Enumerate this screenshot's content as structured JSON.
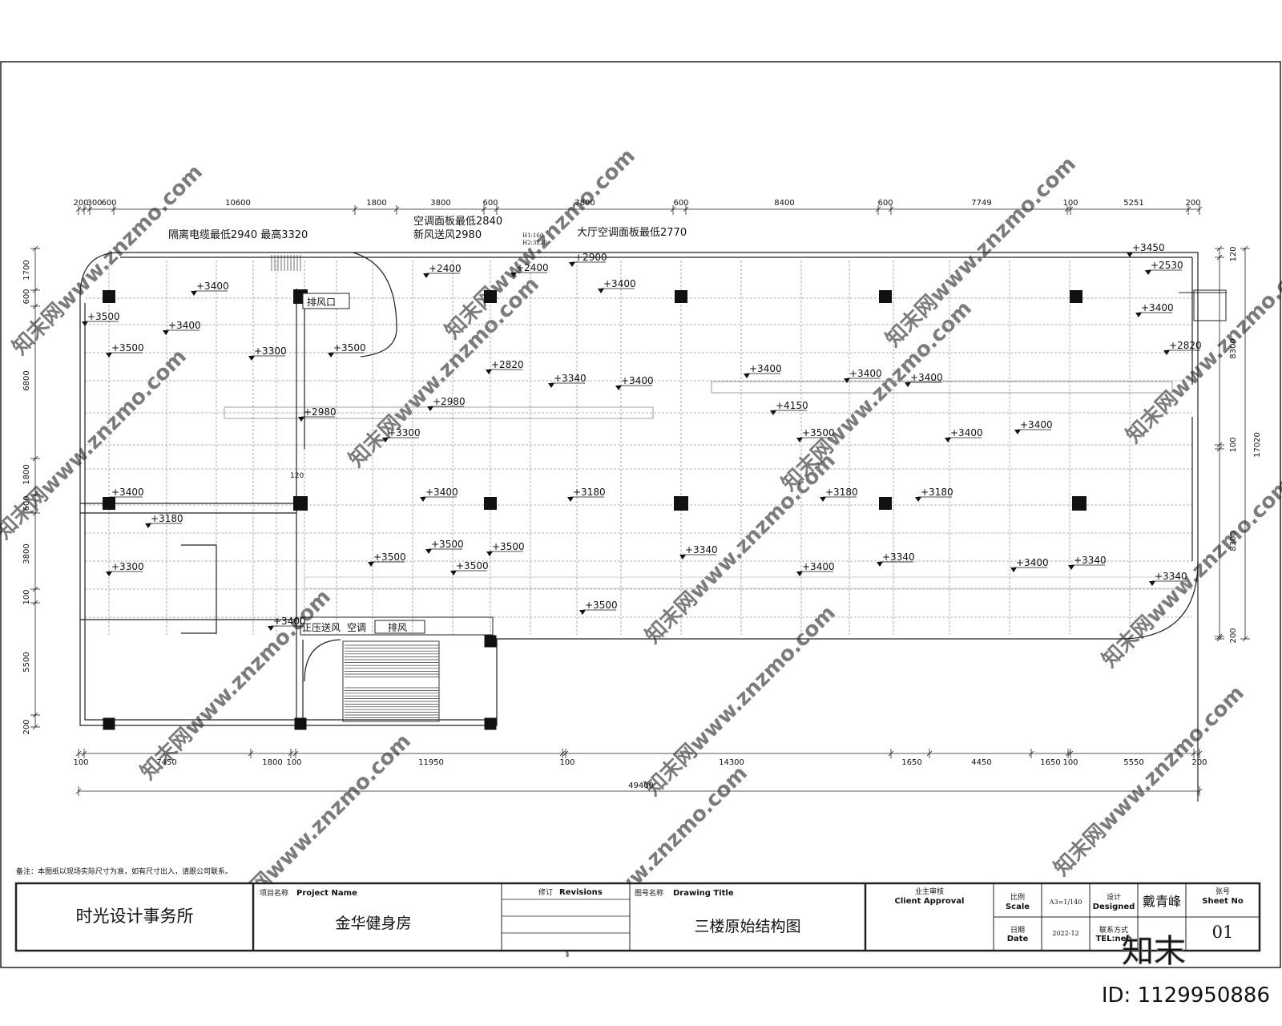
{
  "drawing": {
    "dims_top": [
      "200",
      "300",
      "600",
      "10600",
      "1800",
      "3800",
      "600",
      "7800",
      "600",
      "8400",
      "600",
      "7749",
      "100",
      "5251",
      "200"
    ],
    "dims_bottom": [
      "100",
      "7450",
      "1800",
      "100",
      "11950",
      "100",
      "14300",
      "1650",
      "4450",
      "1650",
      "100",
      "5550",
      "200"
    ],
    "dim_total": "49400",
    "dims_left": [
      "1700",
      "600",
      "6800",
      "1800",
      "600",
      "3800",
      "100",
      "5500",
      "200"
    ],
    "dims_right_inner": [
      "120",
      "8300",
      "100",
      "8300",
      "200"
    ],
    "dim_right_total": "17020",
    "notes": {
      "cable": "隔离电缆最低2940  最高3320",
      "ac_panel": "空调面板最低2840",
      "fresh_air": "新风送风2980",
      "h1": "H1:160",
      "h2": "H2:3220",
      "hall_ac": "大厅空调面板最低2770",
      "dim_120": "120"
    },
    "room_labels": {
      "exhaust_port": "排风口",
      "pressurization": "正压送风",
      "ac": "空调",
      "exhaust": "排风"
    },
    "elevations": [
      "+3450",
      "+2400",
      "+2400",
      "+2900",
      "+2530",
      "+3400",
      "+3400",
      "+3500",
      "+3400",
      "+3500",
      "+3300",
      "+3500",
      "+2820",
      "+2820",
      "+3340",
      "+3400",
      "+3400",
      "+3400",
      "+3400",
      "+2980",
      "+4150",
      "+2980",
      "+3300",
      "+3500",
      "+3400",
      "+3400",
      "+3400",
      "+3400",
      "+3180",
      "+3180",
      "+3180",
      "+3180",
      "+3500",
      "+3500",
      "+3340",
      "+3300",
      "+3500",
      "+3500",
      "+3340",
      "+3400",
      "+3340",
      "+3400",
      "+3340",
      "+3500",
      "+3400",
      "+3400"
    ]
  },
  "footnote": "备注：本图纸以现场实际尺寸为准，如有尺寸出入，请跟公司联系。",
  "title_block": {
    "company": "时光设计事务所",
    "project_name_cn": "项目名称",
    "project_name_en": "Project Name",
    "project_name": "金华健身房",
    "revisions_cn": "修订",
    "revisions_en": "Revisions",
    "drawing_title_cn": "图号名称",
    "drawing_title_en": "Drawing Title",
    "drawing_title": "三楼原始结构图",
    "client_cn": "业主审核",
    "client_en": "Client Approval",
    "scale_cn": "比例",
    "scale_en": "Scale",
    "scale_value": "A3=1/140",
    "date_cn": "日期",
    "date_en": "Date",
    "date_value": "2022-12",
    "designed_cn": "设计",
    "designed_en": "Designed",
    "designer": "戴青峰",
    "contact_cn": "联系方式",
    "contact_en": "TEL:neb",
    "sheet_cn": "张号",
    "sheet_en": "Sheet No",
    "sheet_no": "01"
  },
  "watermark": {
    "text": "知末网www.znzmo.com",
    "logo": "知末",
    "id": "ID: 1129950886"
  }
}
